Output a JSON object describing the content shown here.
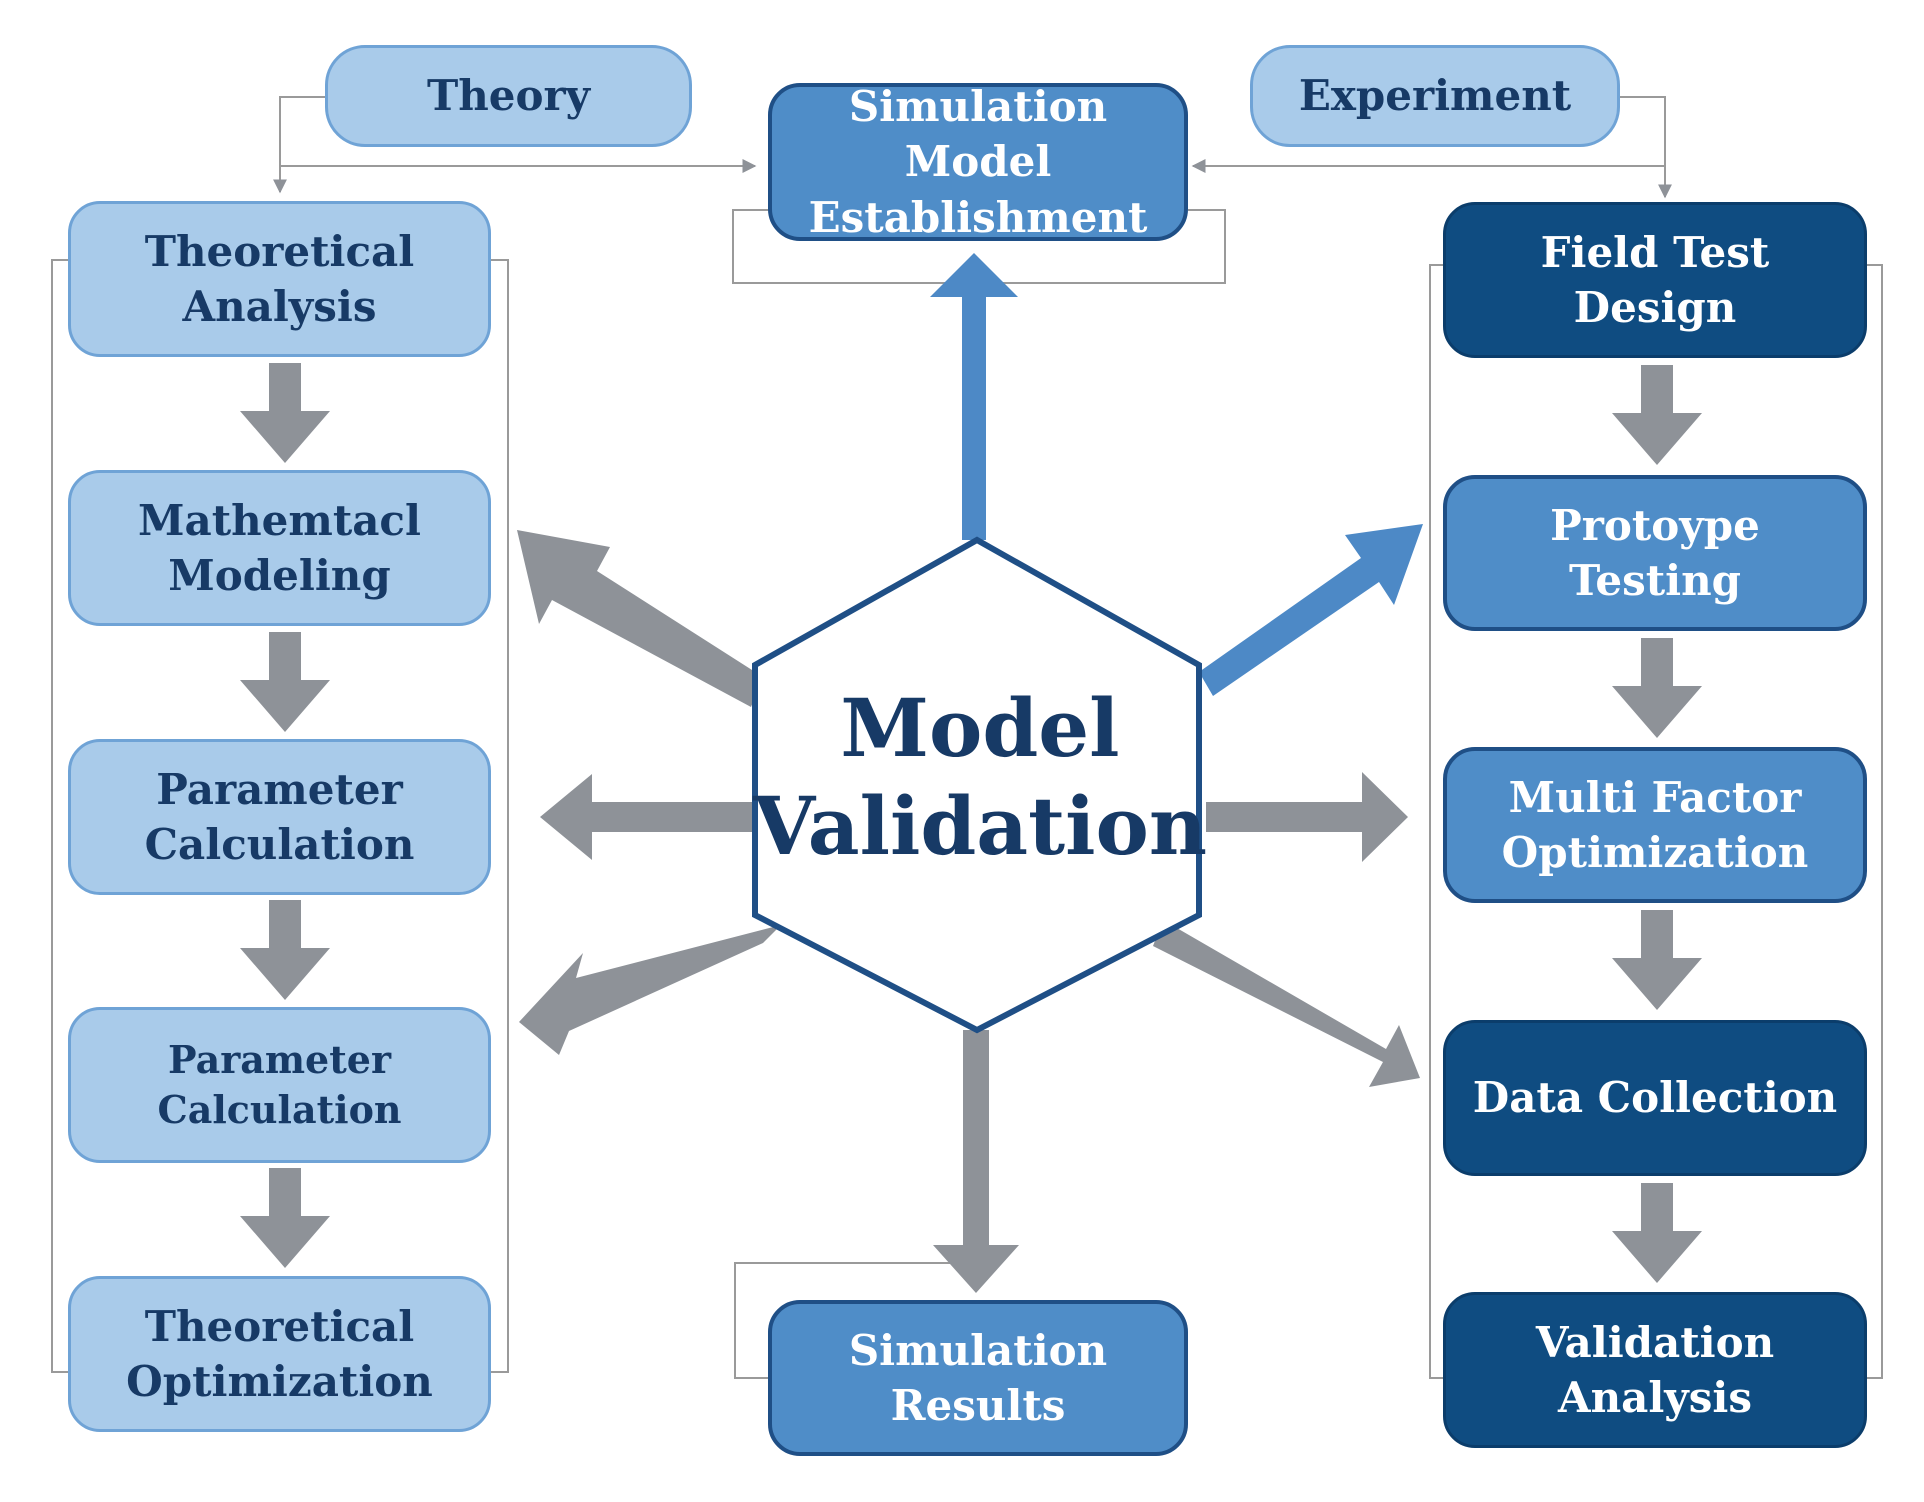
{
  "top": {
    "theory": "Theory",
    "simulation_model": "Simulation Model Establishment",
    "experiment": "Experiment"
  },
  "center": {
    "line1": "Model",
    "line2": "Validation"
  },
  "left_column": [
    {
      "label": "Theoretical Analysis"
    },
    {
      "label": "Mathemtacl Modeling"
    },
    {
      "label": "Parameter Calculation"
    },
    {
      "label": "Parameter Calculation"
    },
    {
      "label": "Theoretical Optimization"
    }
  ],
  "right_column": [
    {
      "label": "Field Test Design"
    },
    {
      "label": "Protoype Testing"
    },
    {
      "label": "Multi Factor Optimization"
    },
    {
      "label": "Data Collection"
    },
    {
      "label": "Validation Analysis"
    }
  ],
  "bottom": {
    "simulation_results": "Simulation Results"
  },
  "colors": {
    "light_fill": "#a9cbea",
    "medium_fill": "#4f8dc8",
    "dark_fill": "#0f4c81",
    "text_dark": "#173a66",
    "hexagon_border": "#1f4f86",
    "gray_arrow": "#8e9298",
    "blue_arrow": "#4d89c6"
  }
}
